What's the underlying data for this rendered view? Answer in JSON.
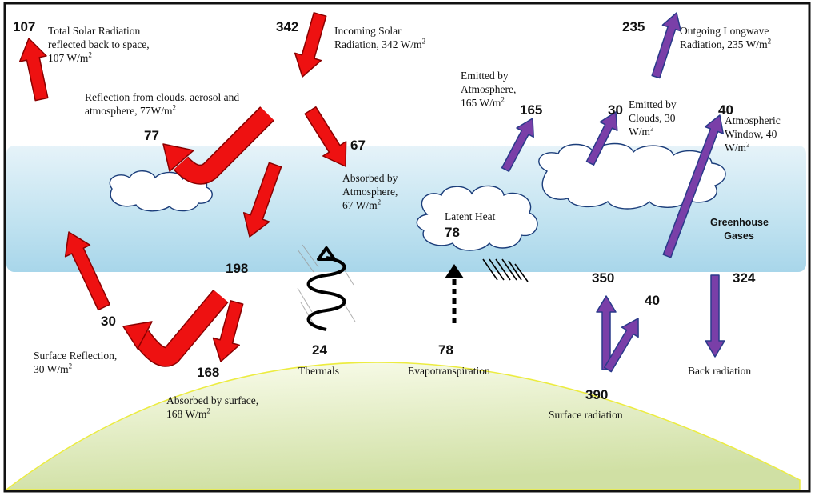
{
  "labels": {
    "reflected_total": [
      "Total Solar Radiation",
      "reflected back to space,",
      "107 W/m"
    ],
    "incoming": [
      "Incoming Solar",
      "Radiation, 342 W/m"
    ],
    "outgoing_longwave": [
      "Outgoing Longwave",
      "Radiation, 235 W/m"
    ],
    "reflection_clouds": [
      "Reflection from clouds, aerosol and",
      "atmosphere, 77W/m"
    ],
    "emitted_atmosphere": [
      "Emitted by",
      "Atmosphere,",
      "165 W/m"
    ],
    "emitted_clouds": [
      "Emitted by",
      "Clouds, 30",
      "W/m"
    ],
    "atm_window": [
      "Atmospheric",
      "Window, 40",
      "W/m"
    ],
    "absorbed_atmosphere": [
      "Absorbed by",
      "Atmosphere,",
      "67 W/m"
    ],
    "latent_heat": "Latent Heat",
    "greenhouse": [
      "Greenhouse",
      "Gases"
    ],
    "surface_reflection": [
      "Surface Reflection,",
      "30 W/m"
    ],
    "absorbed_surface": [
      "Absorbed by surface,",
      "168 W/m"
    ],
    "thermals": "Thermals",
    "evapotranspiration": "Evapotranspiration",
    "surface_radiation": "Surface radiation",
    "back_radiation": "Back radiation",
    "unit_superscript": "2"
  },
  "values": {
    "total_reflected": "107",
    "incoming": "342",
    "outgoing": "235",
    "cloud_reflection": "77",
    "absorbed_atm": "67",
    "emitted_atm": "165",
    "emitted_clouds": "30",
    "window": "40",
    "latent_heat": "78",
    "to_surface": "198",
    "surface_reflection": "30",
    "absorbed_surface": "168",
    "thermals": "24",
    "evapotranspiration": "78",
    "surface_up": "350",
    "surface_window": "40",
    "back_radiation": "324",
    "surface_radiation": "390"
  },
  "colors": {
    "solar_arrow": "#ee1111",
    "solar_arrow_outline": "#8a0000",
    "longwave_arrow": "#7a3fa8",
    "longwave_arrow_outline": "#2a3a8a",
    "atmosphere_band": "#bfe0ef",
    "ground_top": "#fbfde8",
    "ground_bottom": "#d3e3a8",
    "ground_outline": "#e8e83a"
  }
}
